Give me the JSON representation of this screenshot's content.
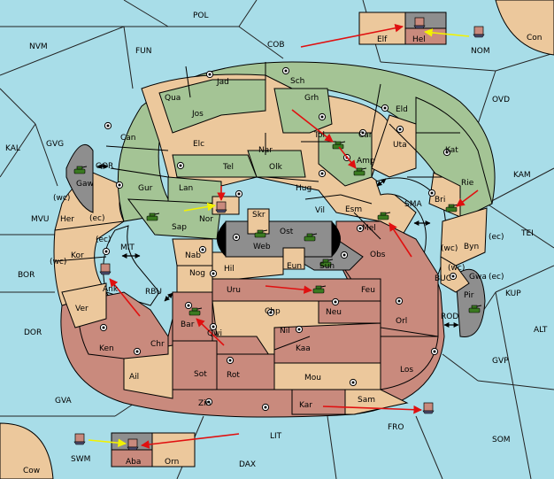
{
  "colors": {
    "sea": "#a8dde8",
    "green": "#a4c495",
    "tan": "#ecc89c",
    "brown": "#c98a7d",
    "grey": "#8e8e8e",
    "black": "#000000",
    "red_arrow": "#e01010",
    "yellow_arrow": "#f2f200"
  },
  "icons": {
    "army": "tank-icon",
    "fleet": "ship-icon",
    "supply": "supply-center-icon"
  },
  "sea_labels": {
    "POL": "POL",
    "NVM": "NVM",
    "FUN": "FUN",
    "COB": "COB",
    "NOM": "NOM",
    "Con": "Con",
    "OVD": "OVD",
    "KAL": "KAL",
    "GVG": "GVG",
    "GOR": "GOR",
    "MVU": "MVU",
    "KAM": "KAM",
    "SMA": "SMA",
    "TEI": "TEI",
    "BOR": "BOR",
    "MIT": "MIT",
    "BUC": "BUC",
    "KUP": "KUP",
    "RBU": "RBU",
    "DOR": "DOR",
    "ROD": "ROD",
    "ALT": "ALT",
    "GVP": "GVP",
    "GVA": "GVA",
    "FRO": "FRO",
    "SOM": "SOM",
    "LIT": "LIT",
    "SWM": "SWM",
    "DAX": "DAX",
    "Cow": "Cow"
  },
  "land_labels": {
    "Elf": "Elf",
    "Hel": "Hel",
    "Jad": "Jad",
    "Sch": "Sch",
    "Qua": "Qua",
    "Jos": "Jos",
    "Grh": "Grh",
    "Eld": "Eld",
    "Can": "Can",
    "Car": "Car",
    "Elc": "Elc",
    "Nar": "Nar",
    "Tol": "Tol",
    "Uta": "Uta",
    "Kat": "Kat",
    "Gaw": "Gaw",
    "Tel": "Tel",
    "Olk": "Olk",
    "Amp": "Amp",
    "Lan": "Lan",
    "Gur": "Gur",
    "Hug": "Hug",
    "Rie": "Rie",
    "Bri": "Bri",
    "Her": "Her",
    "Nor": "Nor",
    "Vil": "Vil",
    "Esm": "Esm",
    "Sap": "Sap",
    "Skr": "Skr",
    "Ost": "Ost",
    "Mel": "Mel",
    "Byn": "Byn",
    "Kor": "Kor",
    "Web": "Web",
    "Nab": "Nab",
    "Obs": "Obs",
    "Eun": "Eun",
    "Sun": "Sun",
    "Gwa": "Gwa",
    "Hil": "Hil",
    "Ank": "Ank",
    "Nog": "Nog",
    "Pir": "Pir",
    "Uru": "Uru",
    "Feu": "Feu",
    "Ver": "Ver",
    "Orl": "Orl",
    "Chp": "Chp",
    "Neu": "Neu",
    "Bar": "Bar",
    "Qwi": "Qwi",
    "Nil": "Nil",
    "Ken": "Ken",
    "Chr": "Chr",
    "Kaa": "Kaa",
    "Ail": "Ail",
    "Sot": "Sot",
    "Rot": "Rot",
    "Mou": "Mou",
    "Los": "Los",
    "Zin": "Zin",
    "Kar": "Kar",
    "Sam": "Sam",
    "Aba": "Aba",
    "Orn": "Orn"
  },
  "coast_labels": {
    "wc1": "(wc)",
    "ec1": "(ec)",
    "ec2": "(ec)",
    "wc2": "(wc)",
    "wc3": "(wc)",
    "ec3": "(ec)",
    "wc4": "(wc)",
    "ec4": "(ec)"
  }
}
